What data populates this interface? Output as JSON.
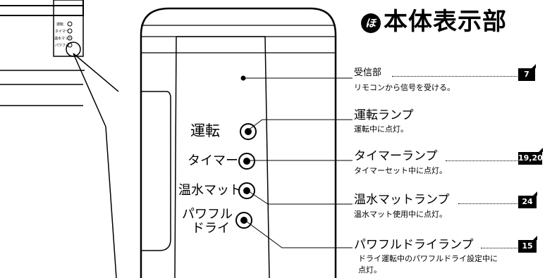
{
  "section": {
    "number": "ほ",
    "title": "本体表示部"
  },
  "panel_labels": {
    "run": "運転",
    "timer": "タイマー",
    "mat": "温水マット",
    "power_1": "パワフル",
    "power_2": "ドライ"
  },
  "mini_labels": [
    "運転",
    "タイマー",
    "温水マット",
    "パワフル"
  ],
  "callouts": [
    {
      "title": "受信部",
      "desc": "リモコンから信号を受ける。",
      "ref": "7"
    },
    {
      "title": "運転ランプ",
      "desc": "運転中に点灯。",
      "ref": ""
    },
    {
      "title": "タイマーランプ",
      "desc": "タイマーセット中に点灯。",
      "ref": "19,20"
    },
    {
      "title": "温水マットランプ",
      "desc": "温水マット使用中に点灯。",
      "ref": "24"
    },
    {
      "title": "パワフルドライランプ",
      "desc": "ドライ運転中のパワフルドライ設定中に",
      "desc2": "点灯。",
      "ref": "15"
    }
  ]
}
